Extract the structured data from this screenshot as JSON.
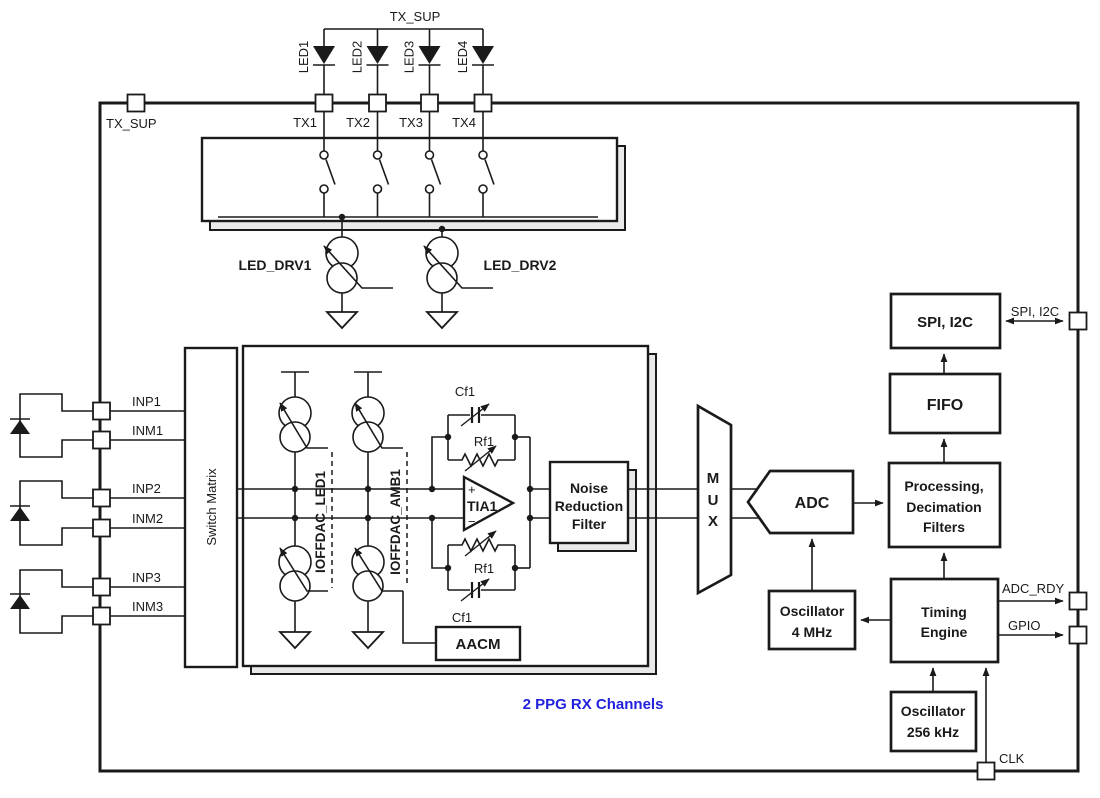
{
  "note": {
    "text": "2 PPG RX Channels",
    "color": "#2222DD"
  },
  "colors": {
    "line": "#1a1a1a",
    "shadow_fill": "#e9e9e9",
    "note_blue": "#2222DD"
  },
  "pins": {
    "tx_sup_top": "TX_SUP",
    "tx_sup_left": "TX_SUP",
    "tx": [
      "TX1",
      "TX2",
      "TX3",
      "TX4"
    ],
    "leds": [
      "LED1",
      "LED2",
      "LED3",
      "LED4"
    ],
    "in": [
      "INP1",
      "INM1",
      "INP2",
      "INM2",
      "INP3",
      "INM3"
    ],
    "spi_i2c": "SPI, I2C",
    "adc_rdy": "ADC_RDY",
    "gpio": "GPIO",
    "clk": "CLK"
  },
  "blocks": {
    "led_drv1": "LED_DRV1",
    "led_drv2": "LED_DRV2",
    "switch_matrix": "Switch Matrix",
    "ioffdac_led1": "IOFFDAC_LED1",
    "ioffdac_amb1": "IOFFDAC_AMB1",
    "tia": {
      "plus": "+",
      "minus": "−",
      "name": "TIA1"
    },
    "cf1": "Cf1",
    "rf1": "Rf1",
    "aacm": "AACM",
    "nrf": [
      "Noise",
      "Reduction",
      "Filter"
    ],
    "mux": [
      "M",
      "U",
      "X"
    ],
    "adc": "ADC",
    "spi": "SPI, I2C",
    "fifo": "FIFO",
    "processing": [
      "Processing,",
      "Decimation",
      "Filters"
    ],
    "timing": [
      "Timing",
      "Engine"
    ],
    "osc4": [
      "Oscillator",
      "4 MHz"
    ],
    "osc256": [
      "Oscillator",
      "256 kHz"
    ]
  }
}
